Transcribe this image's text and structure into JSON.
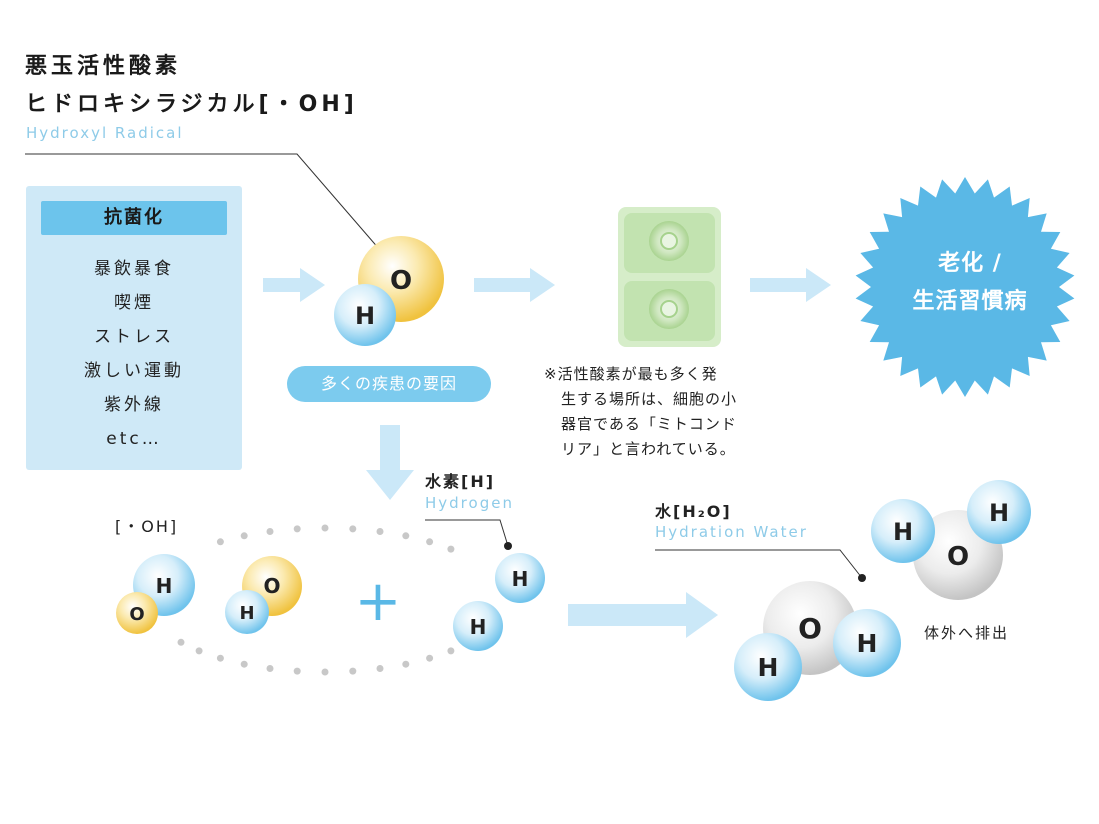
{
  "title": {
    "line1": "悪玉活性酸素",
    "line2": "ヒドロキシラジカル[・OH]",
    "en": "Hydroxyl Radical"
  },
  "causes": {
    "header": "抗菌化",
    "items": [
      "暴飲暴食",
      "喫煙",
      "ストレス",
      "激しい運動",
      "紫外線",
      "etc…"
    ]
  },
  "disease_cause_pill": "多くの疾患の要因",
  "mitochondria_note": {
    "line1": "※活性酸素が最も多く発",
    "line2": "生する場所は、細胞の小",
    "line3": "器官である「ミトコンド",
    "line4": "リア」と言われている。"
  },
  "result_badge": {
    "line1": "老化 /",
    "line2": "生活習慣病"
  },
  "oh_label": "[・OH]",
  "hydrogen": {
    "jp": "水素[H]",
    "en": "Hydrogen"
  },
  "water": {
    "jp": "水[H₂O]",
    "en": "Hydration Water"
  },
  "excrete_label": "体外へ排出",
  "atoms": {
    "o": "O",
    "h": "H"
  },
  "plus_sign": "+",
  "colors": {
    "light_blue": "#cfe9f7",
    "accent_blue": "#6cc4ec",
    "arrow_blue": "#cbe8f8",
    "badge_blue": "#5ab8e6",
    "oxygen_yellow": "#f3c94a",
    "cell_green": "#d4ecc8",
    "en_text": "#8ecbe8"
  }
}
